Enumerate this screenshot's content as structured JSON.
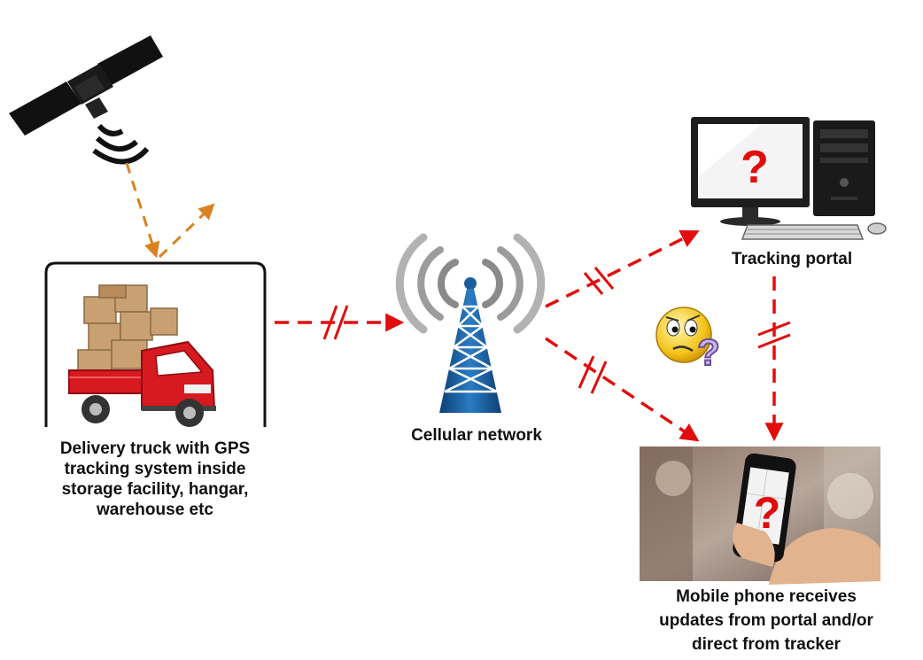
{
  "nodes": {
    "truck": {
      "lines": [
        "Delivery truck with GPS",
        "tracking system inside",
        "storage facility, hangar,",
        "warehouse etc"
      ]
    },
    "cellular": {
      "label": "Cellular network"
    },
    "portal": {
      "label": "Tracking portal",
      "screen_mark": "?"
    },
    "phone": {
      "lines": [
        "Mobile phone receives",
        "updates from portal and/or",
        "direct from tracker"
      ],
      "screen_mark": "?"
    },
    "confused": {
      "mark": "?"
    }
  },
  "colors": {
    "blocked_link": "#e10d0d",
    "gps_signal": "#d98221",
    "tower": "#1b5e9e",
    "truck_body": "#d71920",
    "boxes": "#c9a071"
  },
  "icons": [
    "satellite-icon",
    "truck-icon",
    "cell-tower-icon",
    "desktop-computer-icon",
    "smartphone-icon",
    "confused-face-icon"
  ]
}
